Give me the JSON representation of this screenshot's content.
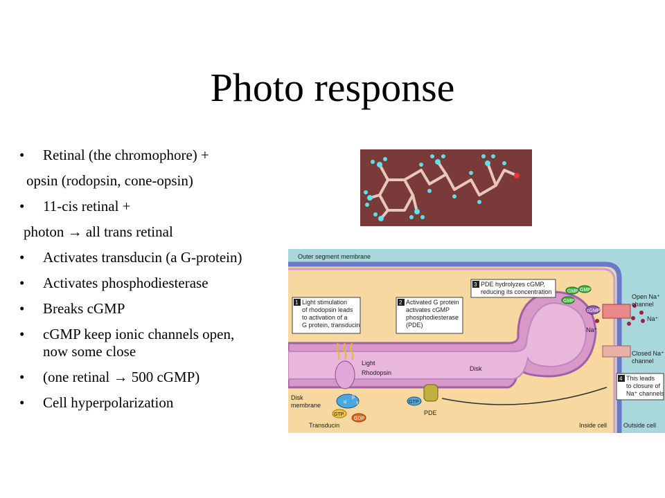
{
  "title": "Photo response",
  "bullets": [
    {
      "text": "Retinal (the chromophore) +",
      "bullet": true
    },
    {
      "text": "opsin (rodopsin, cone-opsin)",
      "bullet": false
    },
    {
      "text": "11-cis retinal +",
      "bullet": true
    },
    {
      "text": "photon → all trans retinal",
      "bullet": false
    },
    {
      "text": "Activates transducin (a G-protein)",
      "bullet": true
    },
    {
      "text": "Activates phosphodiesterase",
      "bullet": true
    },
    {
      "text": "Breaks cGMP",
      "bullet": true
    },
    {
      "text": "cGMP keep ionic channels open, now some close",
      "bullet": true
    },
    {
      "text": "(one retinal → 500 cGMP)",
      "bullet": true
    },
    {
      "text": "Cell hyperpolarization",
      "bullet": true
    }
  ],
  "diagram": {
    "outer_segment_membrane": "Outer segment membrane",
    "step1_num": "1",
    "step1": [
      "Light stimulation",
      "of rhodopsin leads",
      "to activation of a",
      "G protein, transducin"
    ],
    "step2_num": "2",
    "step2": [
      "Activated G protein",
      "activates cGMP",
      "phosphodiesterase",
      "(PDE)"
    ],
    "step3_num": "3",
    "step3": [
      "PDE hydrolyzes cGMP,",
      "reducing its concentration"
    ],
    "step4_num": "4",
    "step4": [
      "This leads",
      "to closure of",
      "Na⁺ channels"
    ],
    "light": "Light",
    "rhodopsin": "Rhodopsin",
    "disk": "Disk",
    "disk_membrane": [
      "Disk",
      "membrane"
    ],
    "transducin": "Transducin",
    "pde": "PDE",
    "open_channel": [
      "Open Na⁺",
      "channel"
    ],
    "closed_channel": [
      "Closed Na⁺",
      "channel"
    ],
    "na1": "Na⁺",
    "na2": "Na⁺",
    "inside_cell": "Inside cell",
    "outside_cell": "Outside cell",
    "gtp": "GTP",
    "gdp": "GDP",
    "gmp": "GMP",
    "cgmp": "cGMP",
    "alpha": "α",
    "beta": "β",
    "gamma": "γ"
  }
}
